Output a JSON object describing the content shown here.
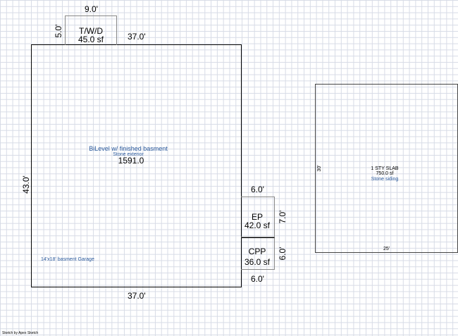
{
  "main": {
    "top_dim": "37.0'",
    "bottom_dim": "37.0'",
    "left_dim": "43.0'",
    "label": "BiLevel w/ finished basment",
    "sublabel": "Stone exterior",
    "area": "1591.0",
    "garage_note": "14'x18' basment Garage"
  },
  "twd": {
    "top_dim": "9.0'",
    "side_dim": "5.0'",
    "label": "T/W/D",
    "area": "45.0 sf"
  },
  "ep": {
    "top_dim": "6.0'",
    "side_dim": "7.0'",
    "label": "EP",
    "area": "42.0 sf"
  },
  "cpp": {
    "bottom_dim": "6.0'",
    "side_dim": "6.0'",
    "label": "CPP",
    "area": "36.0 sf"
  },
  "slab": {
    "label": "1 STY SLAB",
    "area": "750.0 sf",
    "note": "Stone siding",
    "side_dim": "30'",
    "bottom_dim": "25'"
  },
  "footer": {
    "credit": "Sketch by Apex Sketch"
  },
  "colors": {
    "grid": "#d7dbe6",
    "label_blue": "#2b5a9c"
  }
}
